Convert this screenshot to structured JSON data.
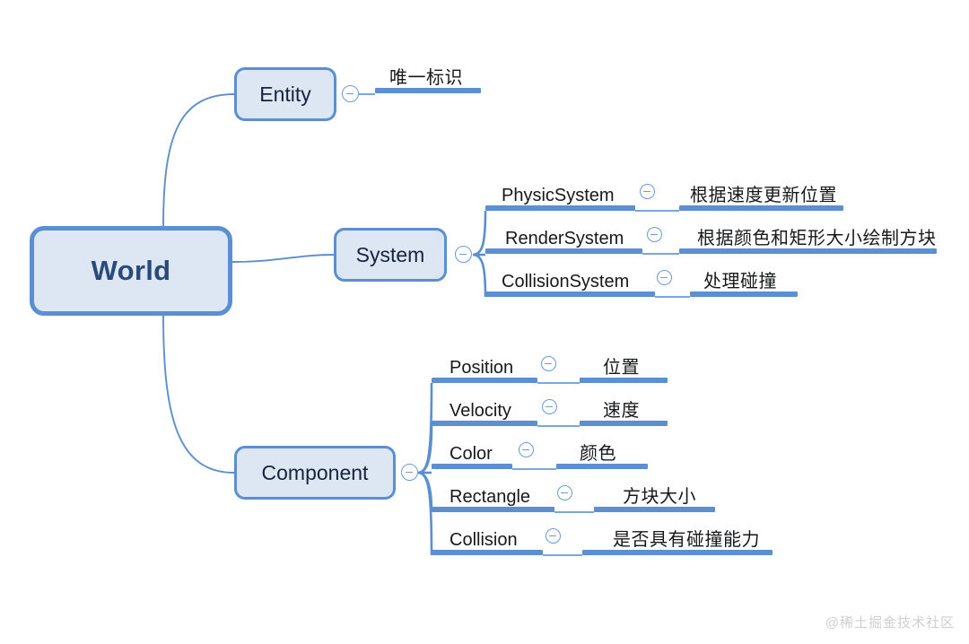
{
  "diagram": {
    "type": "mindmap",
    "title": "World",
    "colors": {
      "node_fill": "#dde7f3",
      "node_border": "#5b8fd1",
      "branch_bar": "#5b8fd1",
      "root_text": "#2a4a7a",
      "leaf_text": "#17181a",
      "background": "#ffffff",
      "watermark": "#cfcfd2"
    },
    "root": {
      "label": "World",
      "collapse_icon": "minus-circle-icon"
    },
    "branches": [
      {
        "label": "Entity",
        "collapse_icon": "minus-circle-icon",
        "children": [
          {
            "label": "唯一标识"
          }
        ]
      },
      {
        "label": "System",
        "collapse_icon": "minus-circle-icon",
        "children": [
          {
            "label": "PhysicSystem",
            "collapse_icon": "minus-circle-icon",
            "description": "根据速度更新位置"
          },
          {
            "label": "RenderSystem",
            "collapse_icon": "minus-circle-icon",
            "description": "根据颜色和矩形大小绘制方块"
          },
          {
            "label": "CollisionSystem",
            "collapse_icon": "minus-circle-icon",
            "description": "处理碰撞"
          }
        ]
      },
      {
        "label": "Component",
        "collapse_icon": "minus-circle-icon",
        "children": [
          {
            "label": "Position",
            "collapse_icon": "minus-circle-icon",
            "description": "位置"
          },
          {
            "label": "Velocity",
            "collapse_icon": "minus-circle-icon",
            "description": "速度"
          },
          {
            "label": "Color",
            "collapse_icon": "minus-circle-icon",
            "description": "颜色"
          },
          {
            "label": "Rectangle",
            "collapse_icon": "minus-circle-icon",
            "description": "方块大小"
          },
          {
            "label": "Collision",
            "collapse_icon": "minus-circle-icon",
            "description": "是否具有碰撞能力"
          }
        ]
      }
    ]
  },
  "watermark": {
    "text": "@稀土掘金技术社区"
  }
}
